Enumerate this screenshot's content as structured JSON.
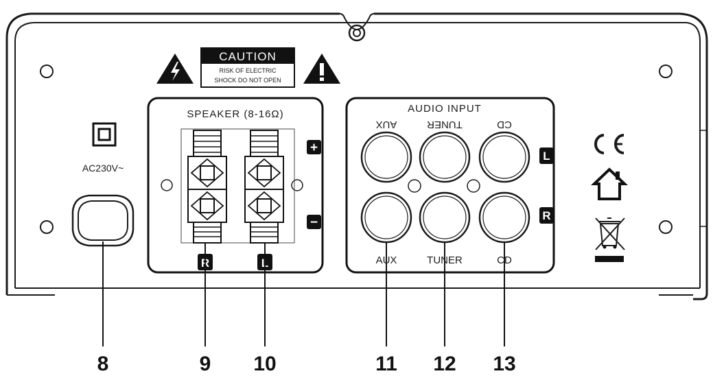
{
  "warning": {
    "caution_title": "CAUTION",
    "caution_line1": "RISK OF ELECTRIC",
    "caution_line2": "SHOCK DO NOT OPEN"
  },
  "power": {
    "voltage": "AC230V~"
  },
  "speaker": {
    "title": "SPEAKER (8-16Ω)",
    "plus": "+",
    "minus": "−",
    "right": "R",
    "left": "L"
  },
  "audio_input": {
    "title": "AUDIO INPUT",
    "top_labels": [
      "AUX",
      "TUNER",
      "CD"
    ],
    "bottom_labels": [
      "AUX",
      "TUNER",
      "CD"
    ],
    "left_channel": "L",
    "right_channel": "R"
  },
  "marks": {
    "ce": "CE"
  },
  "callouts": [
    "8",
    "9",
    "10",
    "11",
    "12",
    "13"
  ]
}
